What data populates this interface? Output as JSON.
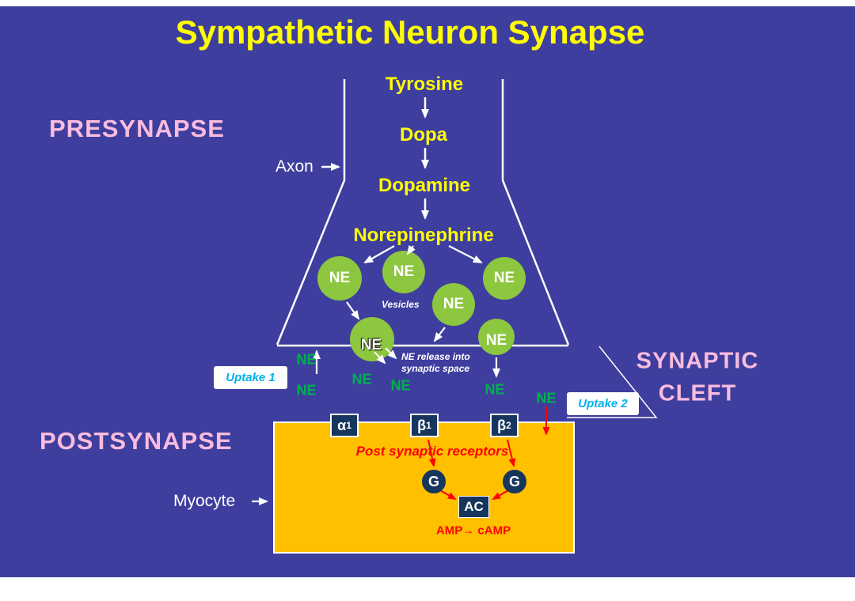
{
  "title": "Sympathetic Neuron Synapse",
  "regions": {
    "presynapse": "PRESYNAPSE",
    "postsynapse": "POSTSYNAPSE",
    "synaptic_cleft": {
      "line1": "SYNAPTIC",
      "line2": "CLEFT"
    }
  },
  "structures": {
    "axon": "Axon",
    "myocyte": "Myocyte",
    "vesicles_label": "Vesicles"
  },
  "synthesis_pathway": {
    "steps": [
      "Tyrosine",
      "Dopa",
      "Dopamine",
      "Norepinephrine"
    ]
  },
  "neurotransmitter": "NE",
  "annotations": {
    "ne_release_line1": "NE release into",
    "ne_release_line2": "synaptic space",
    "uptake1": "Uptake 1",
    "uptake2": "Uptake 2",
    "post_synaptic_receptors": "Post synaptic receptors",
    "amp_to_camp": "AMP→ cAMP"
  },
  "receptors": [
    {
      "base": "α",
      "sub": "1"
    },
    {
      "base": "β",
      "sub": "1"
    },
    {
      "base": "β",
      "sub": "2"
    }
  ],
  "signaling": {
    "g_protein": "G",
    "adenylyl_cyclase": "AC"
  },
  "colors": {
    "background": "#3E3E9E",
    "title_yellow": "#FFFF00",
    "region_pink": "#F9BCDE",
    "vesicle_green": "#8DC63F",
    "ne_text_green": "#00B050",
    "uptake_cyan": "#00B0F0",
    "myocyte_orange": "#FFC000",
    "receptor_navy": "#17365D",
    "signal_red": "#FF0000"
  }
}
